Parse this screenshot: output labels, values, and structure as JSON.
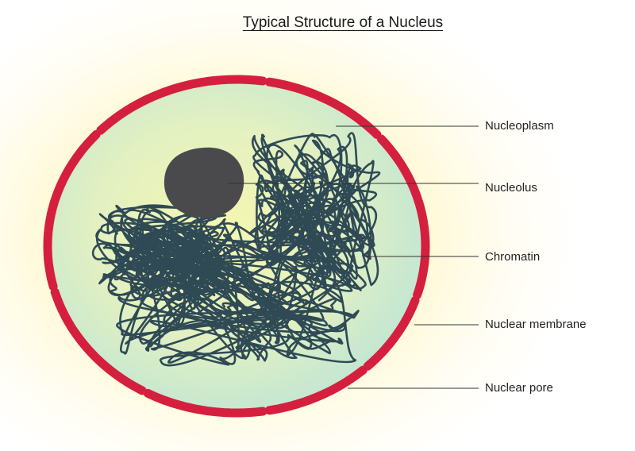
{
  "title": "Typical Structure of a Nucleus",
  "labels": {
    "nucleoplasm": "Nucleoplasm",
    "nucleolus": "Nucleolus",
    "chromatin": "Chromatin",
    "nuclear_membrane": "Nuclear membrane",
    "nuclear_pore": "Nuclear pore"
  },
  "colors": {
    "membrane": "#d51f3e",
    "nucleoplasm_inner": "#f3f6b4",
    "nucleoplasm_outer": "#c3e6d4",
    "nucleolus": "#4a4a4d",
    "chromatin": "#2f4a55",
    "leader_line": "#333333",
    "title_text": "#1a1a1a"
  }
}
